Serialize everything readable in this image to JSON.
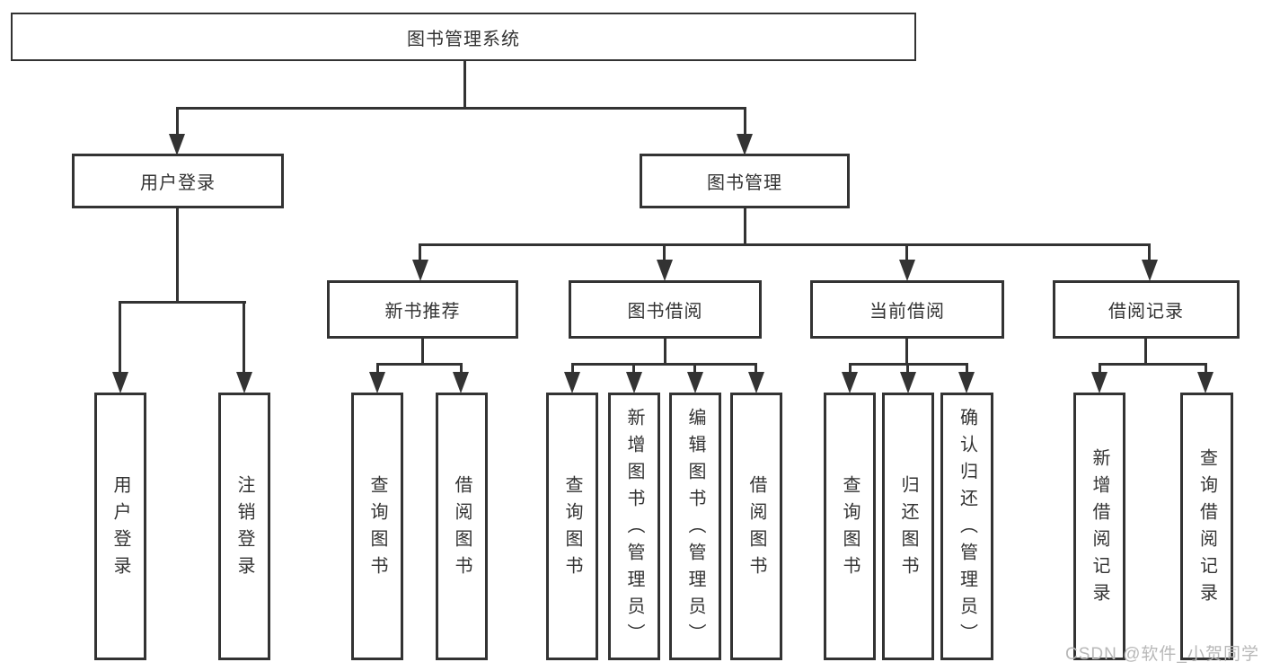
{
  "tree": {
    "root": "图书管理系统",
    "branches": [
      {
        "label": "用户登录",
        "children": [
          "用户登录",
          "注销登录"
        ]
      },
      {
        "label": "图书管理",
        "groups": [
          {
            "label": "新书推荐",
            "children": [
              "查询图书",
              "借阅图书"
            ]
          },
          {
            "label": "图书借阅",
            "children": [
              "查询图书",
              "新增图书（管理员）",
              "编辑图书（管理员）",
              "借阅图书"
            ]
          },
          {
            "label": "当前借阅",
            "children": [
              "查询图书",
              "归还图书",
              "确认归还（管理员）"
            ]
          },
          {
            "label": "借阅记录",
            "children": [
              "新增借阅记录",
              "查询借阅记录"
            ]
          }
        ]
      }
    ]
  },
  "watermark": "CSDN @软件_小贺同学",
  "colors": {
    "line": "#333333",
    "box_border": "#333333",
    "text": "#333333",
    "watermark": "#b8b8b8",
    "background": "#ffffff"
  }
}
